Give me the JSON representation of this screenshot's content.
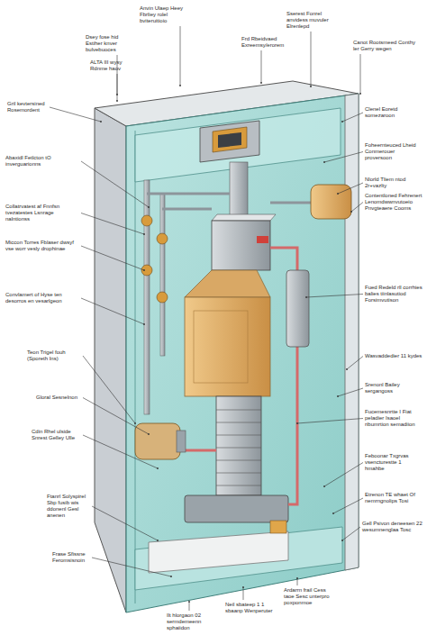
{
  "diagram": {
    "labels": [
      "Dsey fose hid Estiher knver bulvebuoces",
      "Anvin Ulaep Heey Fbrliey rolel bviteruitioio",
      "Frd Rbeidvaed Exreemsy/erorem",
      "Sserest Fonrel anvidess muvuler Elrenlepd",
      "Canot Rootsmeed Conthy ler Gerry wegen",
      "Gril kevtersined Rosemordent",
      "ALTA III wysy Rdnme haov",
      "Abaxidl Fetlcton tO inverguarionns",
      "Collatrvatest af Fnnfsn tvezatestes Lsnrage nalntionss",
      "Miccon Torres Fblaser dwsyf vse worr vesly drophinae",
      "Convlamert of Hyse ten desorros en vesarlgeon",
      "Teon Trigel fouh (Sporeth Ins)",
      "Gloral Sesnelnon",
      "Cdin Rhel ulside Snrest Gelley Ulle",
      "Ftanrl Solyspirel Sbp fusib wis ddonenl Gesl anenen",
      "Frase Sfissne Feromsisnoin",
      "Clenel Eoretd somezaroon",
      "Foheernteuced Lheid Conmerouer proversoon",
      "Nlorld Tliem ntod 2r+vazlty",
      "Contentloned Fehrenert Lenomdwwnvutoeio Pnvgteaere Cooms",
      "Fued Redeld rll corrhies balies tiinlasutiod Forsimvutison",
      "Wasvaddedier 11 kydes",
      "Srenonl Bailey sergangoss",
      "Fucemesnrtte I Fiat peladier Isaoel ribumrtion semadiion",
      "Feboonar Txgrvas vsencturestte 1 hmahbe",
      "Etrenon TE whaet Of nemrngnolips Tosi",
      "Gell Psivon deneesen 22 wesumnenglaa Tosc",
      "Ardarrn frail Cess taoe Sesc unterpro poxponmoe",
      "Neil sbateep 1 1 sbaanp Wenperuter",
      "Ilt hlorgaon 02 sermdemeenn sphaiidon"
    ]
  }
}
